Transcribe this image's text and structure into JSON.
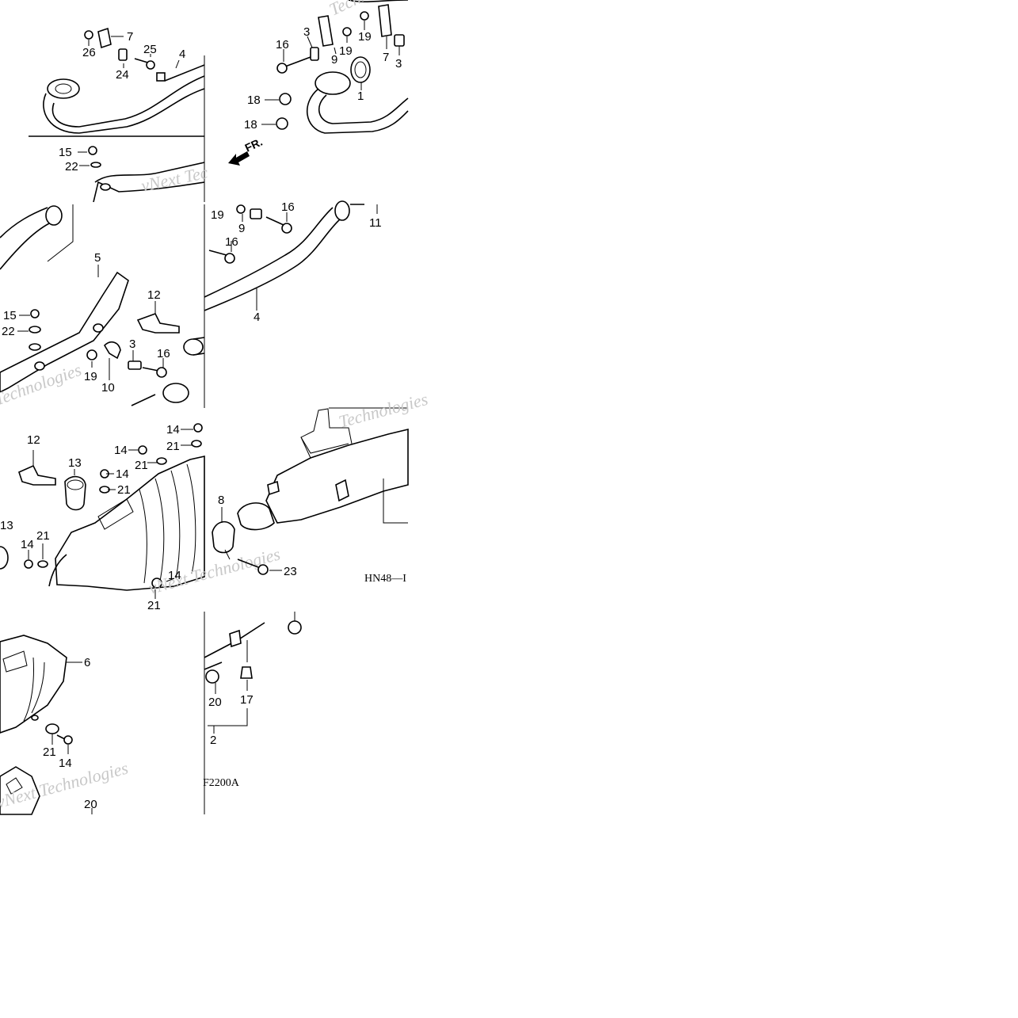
{
  "diagram": {
    "page_code": "F2200A",
    "ref_code": "HN48—I",
    "front_label": "FR.",
    "watermarks": [
      "vNext Tec",
      "Technologies",
      "Technologies",
      "vNext Technologies",
      "Techno",
      "vNext Technologies"
    ]
  },
  "callouts": {
    "c1": "7",
    "c2": "26",
    "c3": "25",
    "c4": "24",
    "c5": "4",
    "c6": "15",
    "c7": "22",
    "c8": "16",
    "c9": "3",
    "c10": "9",
    "c11": "19",
    "c12": "19",
    "c13": "7",
    "c14": "3",
    "c15": "1",
    "c16": "18",
    "c17": "18",
    "c18": "5",
    "c19": "12",
    "c20": "15",
    "c21": "22",
    "c22": "3",
    "c23": "16",
    "c24": "19",
    "c25": "10",
    "c26": "19",
    "c27": "9",
    "c28": "16",
    "c29": "16",
    "c30": "11",
    "c31": "4",
    "c32": "12",
    "c33": "13",
    "c34": "14",
    "c35": "21",
    "c36": "14",
    "c37": "21",
    "c38": "14",
    "c39": "21",
    "c40": "13",
    "c41": "21",
    "c42": "14",
    "c43": "14",
    "c44": "21",
    "c45": "8",
    "c46": "23",
    "c47": "6",
    "c48": "21",
    "c49": "14",
    "c50": "20",
    "c51": "20",
    "c52": "17",
    "c53": "2"
  }
}
